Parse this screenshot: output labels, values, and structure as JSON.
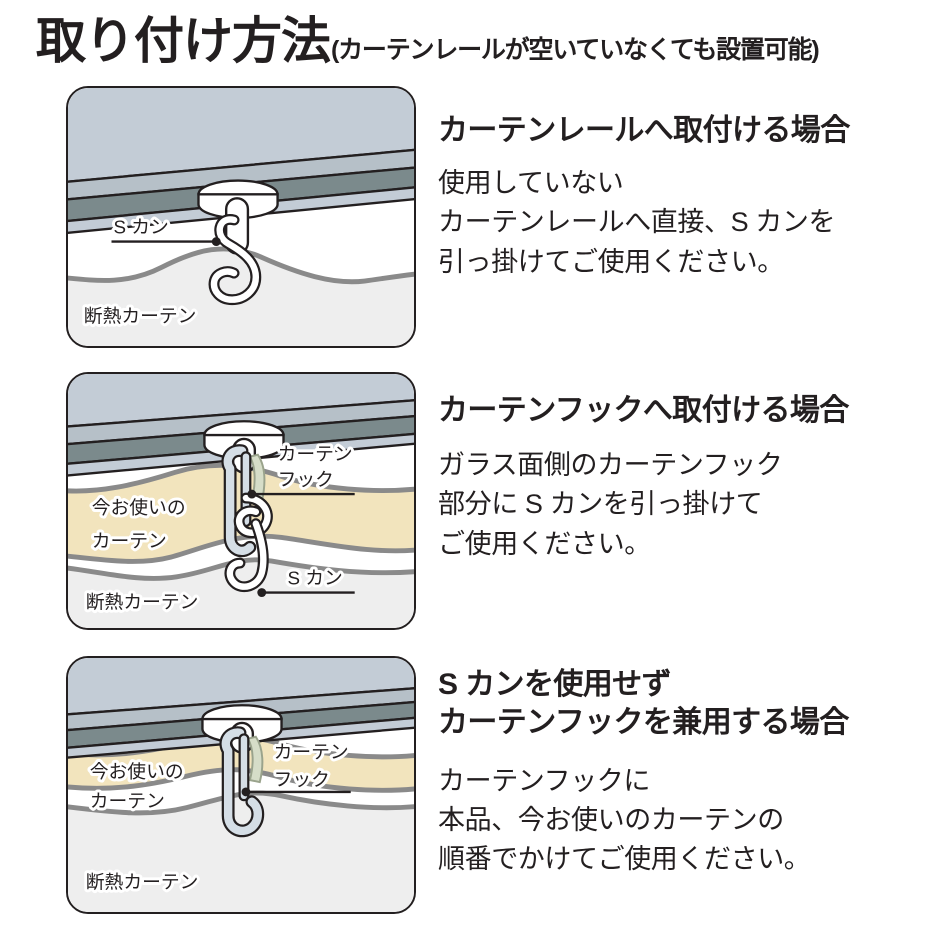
{
  "title": {
    "main": "取り付け方法",
    "sub": "(カーテンレールが空いていなくても設置可能)"
  },
  "colors": {
    "rail_face": "#c3ccd6",
    "rail_dark_band": "#7b8a8c",
    "rail_mid_band": "#a8b4bc",
    "outline": "#231f20",
    "insulating_curtain_fill": "#eeeeee",
    "insulating_curtain_edge": "#8a8a8a",
    "existing_curtain_fill": "#f2e4bd",
    "existing_curtain_edge": "#8a8a8a",
    "hook_fill": "#d5dee6",
    "hook_tab_fill": "#d6ddc8",
    "s_hook_fill": "#ffffff",
    "text": "#231f20"
  },
  "sections": [
    {
      "id": "section-1",
      "heading": "カーテンレールへ取付ける場合",
      "body_lines": [
        "使用していない",
        "カーテンレールへ直接、S カンを",
        "引っ掛けてご使用ください。"
      ],
      "diagram": {
        "labels": [
          {
            "name": "s-hook",
            "text": "S カン"
          },
          {
            "name": "insulating-curtain",
            "text": "断熱カーテン"
          }
        ]
      }
    },
    {
      "id": "section-2",
      "heading": "カーテンフックへ取付ける場合",
      "body_lines": [
        "ガラス面側のカーテンフック",
        "部分に S カンを引っ掛けて",
        "ご使用ください。"
      ],
      "diagram": {
        "labels": [
          {
            "name": "curtain-hook",
            "text_line1": "カーテン",
            "text_line2": "フック"
          },
          {
            "name": "current-curtain",
            "text_line1": "今お使いの",
            "text_line2": "カーテン"
          },
          {
            "name": "s-hook",
            "text": "S カン"
          },
          {
            "name": "insulating-curtain",
            "text": "断熱カーテン"
          }
        ]
      }
    },
    {
      "id": "section-3",
      "heading_lines": [
        "S カンを使用せず",
        "カーテンフックを兼用する場合"
      ],
      "body_lines": [
        "カーテンフックに",
        "本品、今お使いのカーテンの",
        "順番でかけてご使用ください。"
      ],
      "diagram": {
        "labels": [
          {
            "name": "curtain-hook",
            "text_line1": "カーテン",
            "text_line2": "フック"
          },
          {
            "name": "current-curtain",
            "text_line1": "今お使いの",
            "text_line2": "カーテン"
          },
          {
            "name": "insulating-curtain",
            "text": "断熱カーテン"
          }
        ]
      }
    }
  ]
}
